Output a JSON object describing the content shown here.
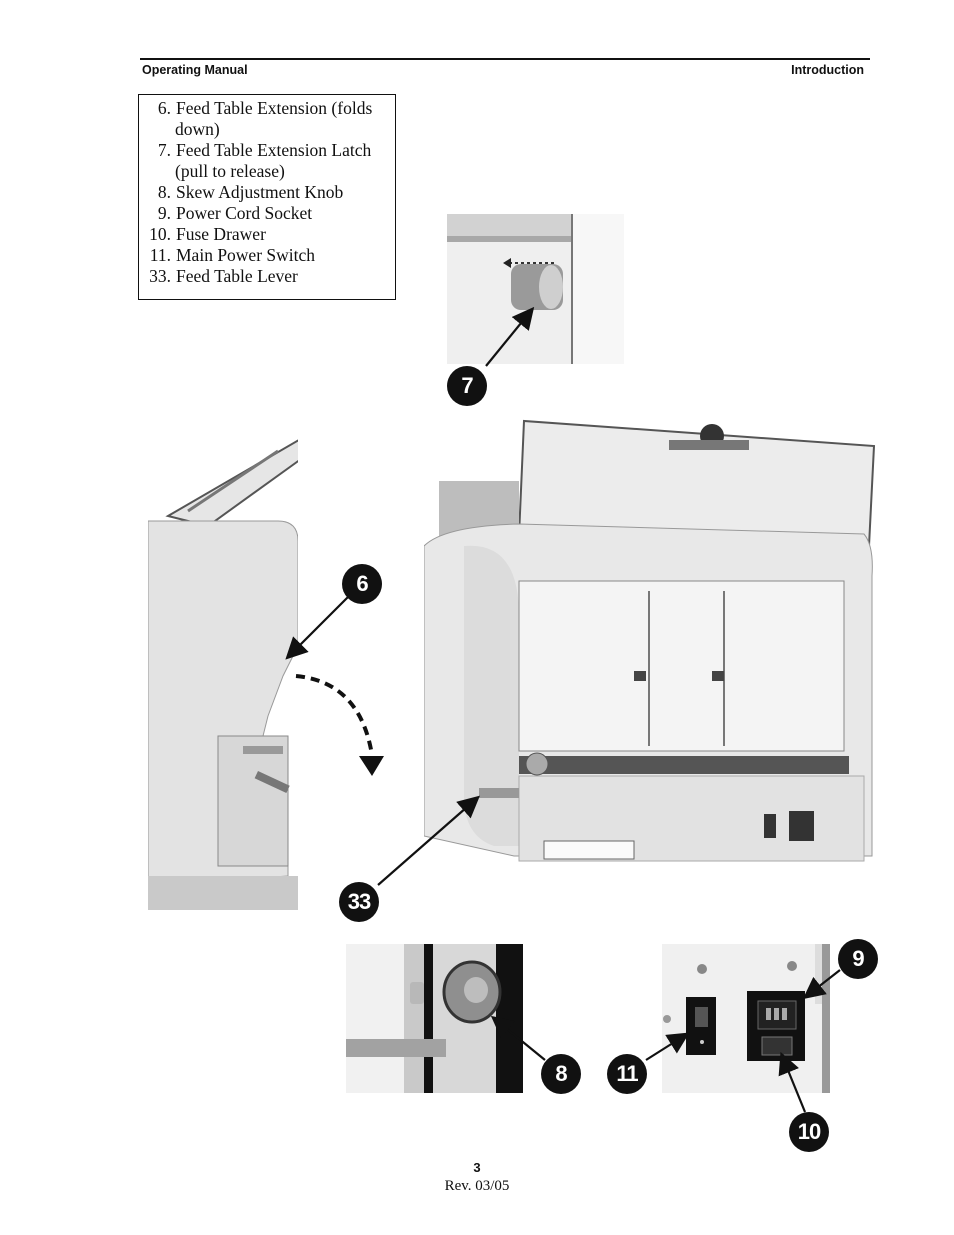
{
  "header": {
    "left": "Operating Manual",
    "right": "Introduction"
  },
  "legend": {
    "items": [
      {
        "num": "6.",
        "text": "Feed Table Extension (folds",
        "cont": "down)"
      },
      {
        "num": "7.",
        "text": "Feed Table Extension Latch",
        "cont": "(pull to release)"
      },
      {
        "num": "8.",
        "text": "Skew Adjustment Knob",
        "cont": ""
      },
      {
        "num": "9.",
        "text": "Power Cord Socket",
        "cont": ""
      },
      {
        "num": "10.",
        "text": "Fuse Drawer",
        "cont": ""
      },
      {
        "num": "11.",
        "text": "Main Power Switch",
        "cont": ""
      },
      {
        "num": "33.",
        "text": "Feed Table Lever",
        "cont": ""
      }
    ]
  },
  "callouts": {
    "c7": "7",
    "c6": "6",
    "c33": "33",
    "c8": "8",
    "c11": "11",
    "c9": "9",
    "c10": "10"
  },
  "footer": {
    "page": "3",
    "rev": "Rev. 03/05"
  }
}
